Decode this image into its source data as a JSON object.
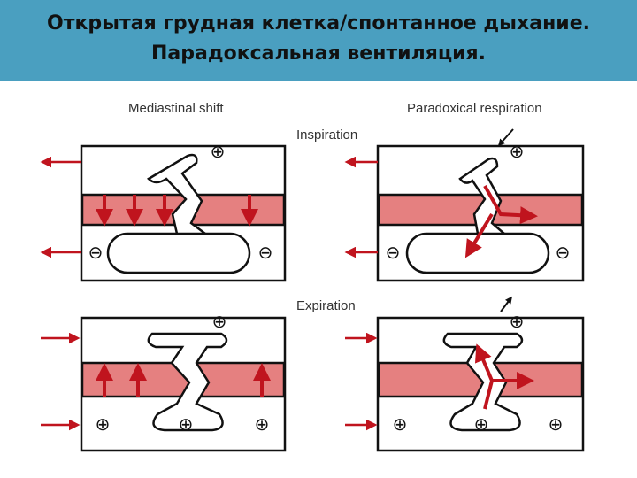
{
  "title": {
    "line1": "Открытая грудная клетка/спонтанное дыхание.",
    "line2": "Парадоксальная вентиляция."
  },
  "labels": {
    "mediastinal_shift": "Mediastinal shift",
    "paradoxical_respiration": "Paradoxical respiration",
    "inspiration": "Inspiration",
    "expiration": "Expiration"
  },
  "colors": {
    "header_bg": "#4a9fc0",
    "band": "#e58080",
    "arrow": "#c0141e",
    "outline": "#111111"
  },
  "symbols": {
    "plus": "⊕",
    "minus": "⊖"
  }
}
